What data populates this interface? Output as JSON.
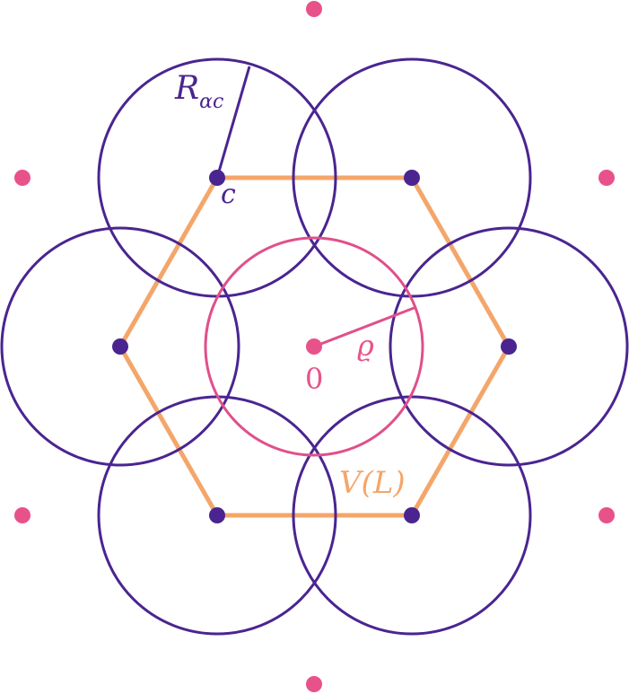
{
  "colors": {
    "lattice_point": "#e8528a",
    "center_circle": "#e0508a",
    "vertex": "#4a2590",
    "cover_circle": "#4a2590",
    "voronoi_cell": "#f4a66a",
    "background": "#ffffff"
  },
  "labels": {
    "radius": "R",
    "radius_subscript": "αc",
    "vertex": "c",
    "origin": "0",
    "rho": "ϱ",
    "voronoi": "V(L)"
  }
}
